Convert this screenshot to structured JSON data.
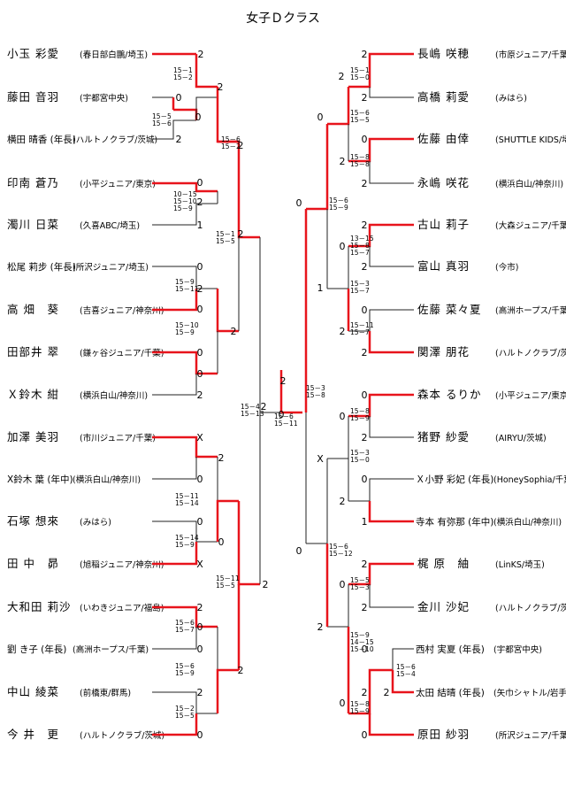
{
  "title": "女子Ｄクラス",
  "colors": {
    "win": "#e8141c",
    "lose": "#222222"
  },
  "left_players": [
    {
      "name": "小玉 彩愛",
      "team": "(春日部白鵬/埼玉)",
      "small": false
    },
    {
      "name": "藤田 音羽",
      "team": "(宇都宮中央)",
      "small": false
    },
    {
      "name": "横田 晴香 (年長)",
      "team": "(ハルトノクラブ/茨城)",
      "small": true
    },
    {
      "name": "印南 蒼乃",
      "team": "(小平ジュニア/東京)",
      "small": false
    },
    {
      "name": "濁川 日菜",
      "team": "(久喜ABC/埼玉)",
      "small": false
    },
    {
      "name": "松尾 莉步 (年長)",
      "team": "(所沢ジュニア/埼玉)",
      "small": true
    },
    {
      "name": "高 畑　葵",
      "team": "(吉喜ジュニア/神奈川)",
      "small": false
    },
    {
      "name": "田部井 翠",
      "team": "(鎌ヶ谷ジュニア/千葉)",
      "small": false
    },
    {
      "name": "Ｘ鈴木 紺",
      "team": "(横浜白山/神奈川)",
      "small": false
    },
    {
      "name": "加澤 美羽",
      "team": "(市川ジュニア/千葉)",
      "small": false
    },
    {
      "name": "X鈴木 葉 (年中)",
      "team": "(横浜白山/神奈川)",
      "small": true
    },
    {
      "name": "石塚 想來",
      "team": "(みはら)",
      "small": false
    },
    {
      "name": "田 中　昴",
      "team": "(旭稲ジュニア/神奈川)",
      "small": false
    },
    {
      "name": "大和田 莉沙",
      "team": "(いわきジュニア/福島)",
      "small": false
    },
    {
      "name": "劉 き子 (年長)",
      "team": "(高洲ホープス/千葉)",
      "small": true
    },
    {
      "name": "中山 綾菜",
      "team": "(前橋東/群馬)",
      "small": false
    },
    {
      "name": "今 井　更",
      "team": "(ハルトノクラブ/茨城)",
      "small": false
    }
  ],
  "right_players": [
    {
      "name": "長嶋 咲穂",
      "team": "(市原ジュニア/千葉)",
      "small": false
    },
    {
      "name": "高橋 莉愛",
      "team": "(みはら)",
      "small": false
    },
    {
      "name": "佐藤 由倖",
      "team": "(SHUTTLE KIDS/埼玉)",
      "small": false
    },
    {
      "name": "永嶋 咲花",
      "team": "(横浜白山/神奈川)",
      "small": false
    },
    {
      "name": "古山 莉子",
      "team": "(大森ジュニア/千葉)",
      "small": false
    },
    {
      "name": "富山 真羽",
      "team": "(今市)",
      "small": false
    },
    {
      "name": "佐藤 菜々夏",
      "team": "(高洲ホープス/千葉)",
      "small": false
    },
    {
      "name": "関澤 朋花",
      "team": "(ハルトノクラブ/茨城)",
      "small": false
    },
    {
      "name": "森本 るりか",
      "team": "(小平ジュニア/東京)",
      "small": false
    },
    {
      "name": "猪野 紗愛",
      "team": "(AIRYU/茨城)",
      "small": false
    },
    {
      "name": "Ｘ小野 彩妃 (年長)",
      "team": "(HoneySophia/千葉)",
      "small": true
    },
    {
      "name": "寺本 有弥那 (年中)",
      "team": "(横浜白山/神奈川)",
      "small": true
    },
    {
      "name": "梶 原　紬",
      "team": "(LinKS/埼玉)",
      "small": false
    },
    {
      "name": "金川 沙妃",
      "team": "(ハルトノクラブ/茨城)",
      "small": false
    },
    {
      "name": "西村 実夏 (年長)",
      "team": "(宇都宮中央)",
      "small": true
    },
    {
      "name": "太田 結晴 (年長)",
      "team": "(矢巾シャトル/岩手)",
      "small": true
    },
    {
      "name": "原田 紗羽",
      "team": "(所沢ジュニア/千葉)",
      "small": false
    }
  ],
  "win_marks": [
    "2",
    "2",
    "0",
    "0",
    "2",
    "2",
    "0",
    "2",
    "1",
    "2",
    "0",
    "0",
    "2",
    "2",
    "0",
    "2",
    "0",
    "X",
    "0",
    "2",
    "0",
    "X",
    "0",
    "2",
    "2",
    "0",
    "0",
    "2",
    "2",
    "0",
    "2",
    "2",
    "0",
    "2",
    "2",
    "2",
    "0",
    "0",
    "2",
    "2",
    "0",
    "2",
    "0",
    "2",
    "1",
    "0",
    "2",
    "2",
    "0",
    "0",
    "2",
    "X",
    "0",
    "2",
    "1",
    "0",
    "2",
    "0",
    "2",
    "2",
    "0",
    "2",
    "2",
    "0",
    "0",
    "2",
    "0",
    "0",
    "0",
    "2",
    "2",
    "2",
    "0",
    "2"
  ],
  "set_scores": [
    "15－1\n15－2",
    "15－5\n15－6",
    "15－6\n15－2",
    "10－15\n15－10\n15－9",
    "15－1\n15－5",
    "15－9\n15－11",
    "15－10\n15－9",
    "15－11\n15－14",
    "15－14\n15－9",
    "15－11\n15－5",
    "15－6\n15－7",
    "15－6\n15－9",
    "15－2\n15－5",
    "15－4\n15－13",
    "15－6\n15－11",
    "15－3\n15－8",
    "15－1\n15－0",
    "15－6\n15－5",
    "15－8\n15－8",
    "15－6\n15－9",
    "13－15\n15－8\n15－7",
    "15－3\n15－7",
    "15－11\n15－7",
    "15－8\n15－9",
    "15－3\n15－0",
    "15－6\n15－12",
    "15－5\n15－3",
    "15－9\n14－15\n15－10",
    "15－6\n15－4",
    "15－8\n15－9"
  ]
}
